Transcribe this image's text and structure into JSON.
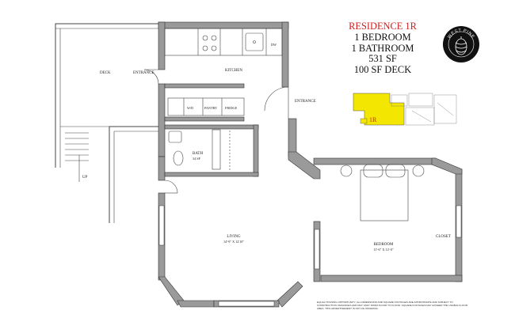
{
  "title_block": {
    "residence": "RESIDENCE 1R",
    "bedrooms": "1 BEDROOM",
    "bathrooms": "1 BATHROOM",
    "area": "531 SF",
    "deck_area": "100 SF DECK"
  },
  "logo": {
    "text": "WEST PINE",
    "icon": "pinecone-icon"
  },
  "key_plan": {
    "unit_label": "1R",
    "highlight_color": "#f3e600"
  },
  "labels": {
    "deck": "DECK",
    "entrance_deck": "ENTRANCE",
    "kitchen": "KITCHEN",
    "dw": "DW",
    "wd": "W/D",
    "pantry": "PANTRY",
    "fridge": "FRIDGE",
    "entrance_main": "ENTRANCE",
    "bath": "BATH",
    "bath_area": "34 SF",
    "up": "UP",
    "living": "LIVING",
    "living_dims": "14'-9\" X 12'10\"",
    "bedroom": "BEDROOM",
    "bedroom_dims": "11'-6\" X 12'-0\"",
    "closet": "CLOSET"
  },
  "disclaimer": "Equal housing opportunity. All dimensions and square footages are approximate and subject to construction variances and may vary from floor to floor. Square footages may exceed the usable floor area. This advertisement is not an offering.",
  "colors": {
    "wall": "#9a9a9a",
    "wall_edge": "#333333",
    "accent_red": "#d02020"
  }
}
